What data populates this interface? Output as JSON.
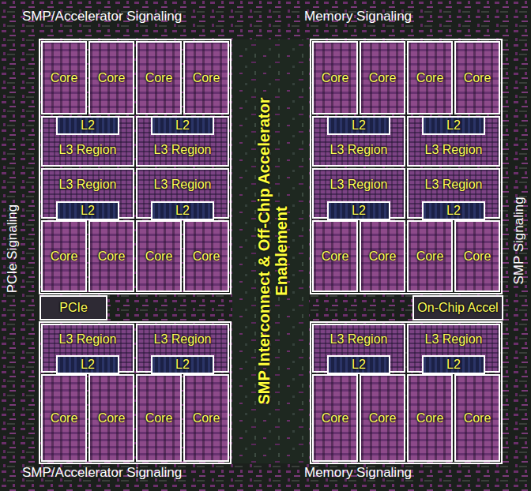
{
  "diagram": {
    "nodes": [
      {
        "text": [
          "Core"
        ]
      },
      {
        "text": [
          "Core"
        ]
      },
      {
        "text": [
          "Core"
        ]
      },
      {
        "text": [
          "Core"
        ]
      },
      {
        "text": [
          "Core"
        ]
      },
      {
        "text": [
          "Core"
        ]
      },
      {
        "text": [
          "Core"
        ]
      },
      {
        "text": [
          "Core"
        ]
      },
      {
        "text": [
          "L3 Region"
        ]
      },
      {
        "text": [
          "L2"
        ],
        "in": 8
      },
      {
        "text": [
          "L3 Region"
        ]
      },
      {
        "text": [
          "L2"
        ],
        "in": 10
      },
      {
        "text": [
          "L3 Region"
        ]
      },
      {
        "text": [
          "L2"
        ],
        "in": 12
      },
      {
        "text": [
          "L3 Region"
        ]
      },
      {
        "text": [
          "L2"
        ],
        "in": 14
      },
      {
        "text": [
          "L3 Region"
        ]
      },
      {
        "text": [
          "L2"
        ],
        "in": 16
      },
      {
        "text": [
          "L3 Region"
        ]
      },
      {
        "text": [
          "L2"
        ],
        "in": 18
      },
      {
        "text": [
          "L3 Region"
        ]
      },
      {
        "text": [
          "L2"
        ],
        "in": 20
      },
      {
        "text": [
          "L3 Region"
        ]
      },
      {
        "text": [
          "L2"
        ],
        "in": 22
      },
      {
        "text": [
          "Core"
        ]
      },
      {
        "text": [
          "Core"
        ]
      },
      {
        "text": [
          "Core"
        ]
      },
      {
        "text": [
          "Core"
        ]
      },
      {
        "text": [
          "Core"
        ]
      },
      {
        "text": [
          "Core"
        ]
      },
      {
        "text": [
          "Core"
        ]
      },
      {
        "text": [
          "Core"
        ]
      },
      {
        "text": [
          "PCIe"
        ]
      },
      {
        "text": [
          "On-Chip Accel"
        ]
      },
      {
        "text": [
          "L3 Region"
        ]
      },
      {
        "text": [
          "L2"
        ],
        "in": 34
      },
      {
        "text": [
          "L3 Region"
        ]
      },
      {
        "text": [
          "L2"
        ],
        "in": 36
      },
      {
        "text": [
          "L3 Region"
        ]
      },
      {
        "text": [
          "L2"
        ],
        "in": 38
      },
      {
        "text": [
          "L3 Region"
        ]
      },
      {
        "text": [
          "L2"
        ],
        "in": 40
      },
      {
        "text": [
          "Core"
        ]
      },
      {
        "text": [
          "Core"
        ]
      },
      {
        "text": [
          "Core"
        ]
      },
      {
        "text": [
          "Core"
        ]
      },
      {
        "text": [
          "Core"
        ]
      },
      {
        "text": [
          "Core"
        ]
      },
      {
        "text": [
          "Core"
        ]
      },
      {
        "text": [
          "Core"
        ]
      }
    ],
    "labels": [
      "SMP/Accelerator Signaling",
      "Memory Signaling",
      "PCIe Signaling",
      "SMP Interconnect & Off-Chip Accelerator Enablement",
      "SMP Signaling",
      "SMP/Accelerator Signaling",
      "Memory Signaling"
    ]
  }
}
